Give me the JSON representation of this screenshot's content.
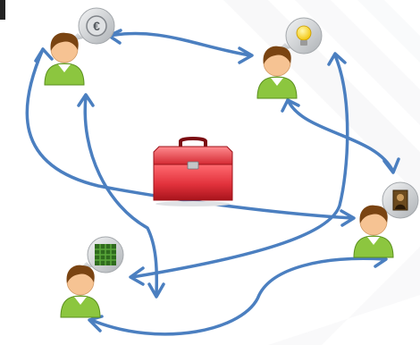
{
  "colors": {
    "arrow": "#4b7fc0",
    "shirt": "#8cc63f",
    "shirt_dark": "#5a8f1e",
    "hair": "#7a4412",
    "skin": "#f6c393",
    "bubble": "#c9ccce",
    "toolbox": "#e2323c"
  },
  "nodes": [
    {
      "id": "person-top-left",
      "icon": "euro-coin-icon"
    },
    {
      "id": "person-top-right",
      "icon": "lightbulb-icon"
    },
    {
      "id": "person-right",
      "icon": "mona-lisa-painting-icon"
    },
    {
      "id": "person-bottom-left",
      "icon": "green-pattern-icon"
    }
  ],
  "center": {
    "icon": "toolbox-icon"
  }
}
